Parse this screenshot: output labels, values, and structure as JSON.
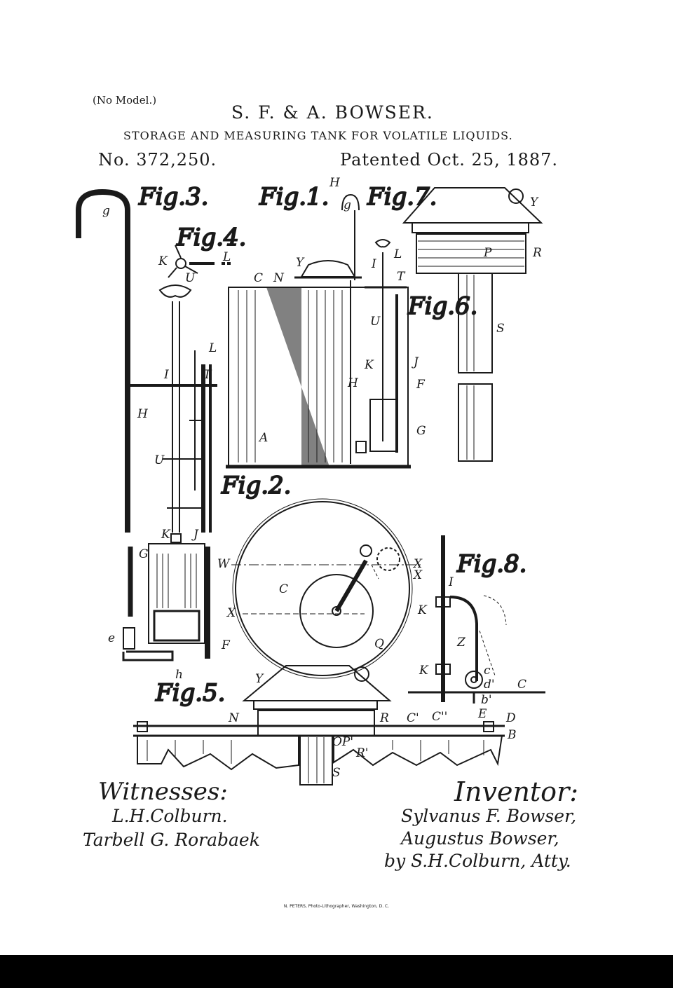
{
  "header": {
    "model_note": "(No Model.)",
    "inventors": "S. F. & A. BOWSER.",
    "subtitle": "STORAGE AND MEASURING TANK FOR VOLATILE LIQUIDS.",
    "patent_number": "No. 372,250.",
    "patent_date": "Patented Oct. 25, 1887."
  },
  "figures": {
    "fig1": "Fig.1.",
    "fig2": "Fig.2.",
    "fig3": "Fig.3.",
    "fig4": "Fig.4.",
    "fig5": "Fig.5.",
    "fig6": "Fig.6.",
    "fig7": "Fig.7.",
    "fig8": "Fig.8."
  },
  "labels": {
    "A": "A",
    "B": "B",
    "C": "C",
    "D": "D",
    "E": "E",
    "F": "F",
    "G": "G",
    "H": "H",
    "I": "I",
    "J": "J",
    "K": "K",
    "L": "L",
    "N": "N",
    "P": "P",
    "Q": "Q",
    "R": "R",
    "S": "S",
    "T": "T",
    "U": "U",
    "W": "W",
    "X": "X",
    "Y": "Y",
    "Z": "Z",
    "c_small": "c",
    "d_prime": "d'",
    "b_prime": "b'",
    "e": "e",
    "g": "g",
    "h": "h",
    "C_prime": "C'",
    "C_dprime": "C''",
    "OP_prime": "OP'",
    "R_prime": "R'"
  },
  "witnesses": {
    "heading": "Witnesses:",
    "names": [
      "L.H.Colburn.",
      "Tarbell G. Rorabaek"
    ]
  },
  "inventor": {
    "heading": "Inventor:",
    "lines": [
      "Sylvanus F. Bowser,",
      "Augustus Bowser,",
      "by S.H.Colburn, Atty."
    ]
  },
  "footer": {
    "printer": "N. PETERS, Photo-Lithographer, Washington, D. C."
  }
}
